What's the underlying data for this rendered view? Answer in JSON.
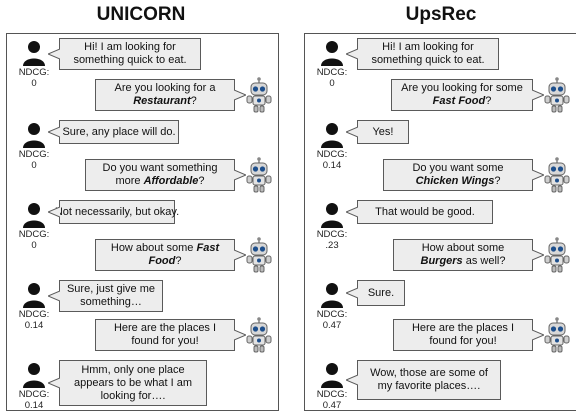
{
  "columns": [
    {
      "title": "UNICORN",
      "turns": [
        {
          "speaker": "user",
          "lines": [
            [
              "Hi! I am looking for"
            ],
            [
              "something quick to eat."
            ]
          ],
          "ndcg_label": "NDCG:",
          "ndcg": "0"
        },
        {
          "speaker": "bot",
          "lines": [
            [
              "Are you looking for a"
            ],
            [
              {
                "t": "Restaurant",
                "e": true
              },
              "?"
            ]
          ]
        },
        {
          "speaker": "user",
          "lines": [
            [
              "Sure, any place will do."
            ]
          ],
          "ndcg_label": "NDCG:",
          "ndcg": "0"
        },
        {
          "speaker": "bot",
          "lines": [
            [
              "Do you want something"
            ],
            [
              "more ",
              {
                "t": "Affordable",
                "e": true
              },
              "?"
            ]
          ]
        },
        {
          "speaker": "user",
          "lines": [
            [
              "Not necessarily, but okay."
            ]
          ],
          "ndcg_label": "NDCG:",
          "ndcg": "0"
        },
        {
          "speaker": "bot",
          "lines": [
            [
              "How about some ",
              {
                "t": "Fast",
                "e": true
              }
            ],
            [
              {
                "t": "Food",
                "e": true
              },
              "?"
            ]
          ]
        },
        {
          "speaker": "user",
          "lines": [
            [
              "Sure, just give me"
            ],
            [
              "something…"
            ]
          ],
          "ndcg_label": "NDCG:",
          "ndcg": "0.14"
        },
        {
          "speaker": "bot",
          "lines": [
            [
              "Here are the places I"
            ],
            [
              "found for you!"
            ]
          ]
        },
        {
          "speaker": "user",
          "lines": [
            [
              "Hmm, only one place"
            ],
            [
              "appears to be what I am"
            ],
            [
              "looking for…."
            ]
          ],
          "ndcg_label": "NDCG:",
          "ndcg": "0.14"
        }
      ]
    },
    {
      "title": "UpsRec",
      "turns": [
        {
          "speaker": "user",
          "lines": [
            [
              "Hi! I am looking for"
            ],
            [
              "something quick to eat."
            ]
          ],
          "ndcg_label": "NDCG:",
          "ndcg": "0"
        },
        {
          "speaker": "bot",
          "lines": [
            [
              "Are you looking for some"
            ],
            [
              {
                "t": "Fast Food",
                "e": true
              },
              "?"
            ]
          ]
        },
        {
          "speaker": "user",
          "lines": [
            [
              "Yes!"
            ]
          ],
          "ndcg_label": "NDCG:",
          "ndcg": "0.14"
        },
        {
          "speaker": "bot",
          "lines": [
            [
              "Do you want some"
            ],
            [
              {
                "t": "Chicken Wings",
                "e": true
              },
              "?"
            ]
          ]
        },
        {
          "speaker": "user",
          "lines": [
            [
              "That would be good."
            ]
          ],
          "ndcg_label": "NDCG:",
          "ndcg": ".23"
        },
        {
          "speaker": "bot",
          "lines": [
            [
              "How about some"
            ],
            [
              {
                "t": "Burgers",
                "e": true
              },
              " as well?"
            ]
          ]
        },
        {
          "speaker": "user",
          "lines": [
            [
              "Sure."
            ]
          ],
          "ndcg_label": "NDCG:",
          "ndcg": "0.47"
        },
        {
          "speaker": "bot",
          "lines": [
            [
              "Here are the places I"
            ],
            [
              "found for you!"
            ]
          ]
        },
        {
          "speaker": "user",
          "lines": [
            [
              "Wow, those are some of"
            ],
            [
              "my favorite places…."
            ]
          ],
          "ndcg_label": "NDCG:",
          "ndcg": "0.47"
        }
      ]
    }
  ]
}
